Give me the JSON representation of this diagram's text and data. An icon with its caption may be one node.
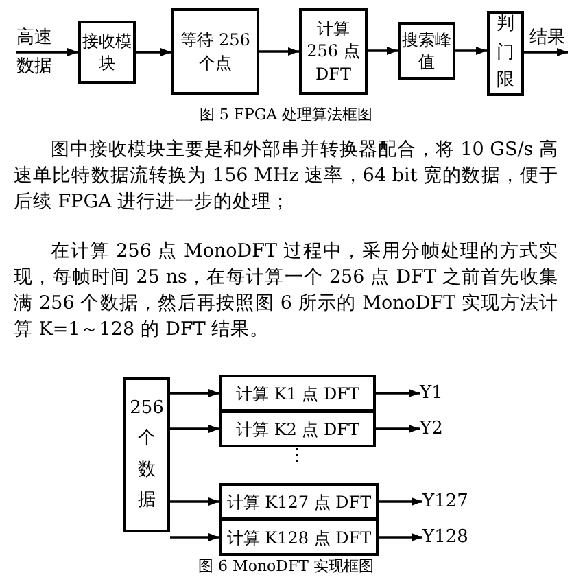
{
  "diagram": {
    "nodes": [
      {
        "text": [
          "高速数据"
        ]
      },
      {
        "text": [
          "接收模块"
        ]
      },
      {
        "text": [
          "等待 256 个点"
        ]
      },
      {
        "text": [
          "计算 256 点 DFT"
        ]
      },
      {
        "text": [
          "搜索峰值"
        ]
      },
      {
        "text": [
          "判门限"
        ]
      },
      {
        "text": [
          "结果"
        ]
      },
      {
        "text": [
          "256 个数据"
        ]
      },
      {
        "text": [
          "计算 K1 点 DFT"
        ]
      },
      {
        "text": [
          "计算 K2 点 DFT"
        ]
      },
      {
        "text": [
          "计算 K127 点 DFT"
        ]
      },
      {
        "text": [
          "计算 K128 点 DFT"
        ]
      },
      {
        "text": [
          "Y1"
        ]
      },
      {
        "text": [
          "Y2"
        ]
      },
      {
        "text": [
          "Y127"
        ]
      },
      {
        "text": [
          "Y128"
        ]
      }
    ],
    "edges": [
      {
        "from": 0,
        "to": 1,
        "arrow": "to"
      },
      {
        "from": 1,
        "to": 2,
        "arrow": "to"
      },
      {
        "from": 2,
        "to": 3,
        "arrow": "to"
      },
      {
        "from": 3,
        "to": 4,
        "arrow": "to"
      },
      {
        "from": 4,
        "to": 5,
        "arrow": "to"
      },
      {
        "from": 5,
        "to": 6,
        "arrow": "to"
      },
      {
        "from": 7,
        "to": 8,
        "arrow": "to"
      },
      {
        "from": 7,
        "to": 9,
        "arrow": "to"
      },
      {
        "from": 7,
        "to": 10,
        "arrow": "to"
      },
      {
        "from": 7,
        "to": 11,
        "arrow": "to"
      },
      {
        "from": 8,
        "to": 12,
        "arrow": "to"
      },
      {
        "from": 9,
        "to": 13,
        "arrow": "to"
      },
      {
        "from": 10,
        "to": 14,
        "arrow": "to"
      },
      {
        "from": 11,
        "to": 15,
        "arrow": "to"
      }
    ],
    "labels": [
      "图 5 FPGA 处理算法框图",
      "图中接收模块主要是和外部串并转换器配合，将 10 GS/s 高速单比特数据流转换为 156 MHz 速率，64 bit 宽的数据，便于后续 FPGA 进行进一步的处理；",
      "在计算 256 点 MonoDFT 过程中，采用分帧处理的方式实现，每帧时间 25 ns，在每计算一个 256 点 DFT 之前首先收集满 256 个数据，然后再按照图 6 所示的 MonoDFT 实现方法计算 K=1～128 的 DFT 结果。",
      "⋮",
      "图 6 MonoDFT 实现框图"
    ]
  }
}
